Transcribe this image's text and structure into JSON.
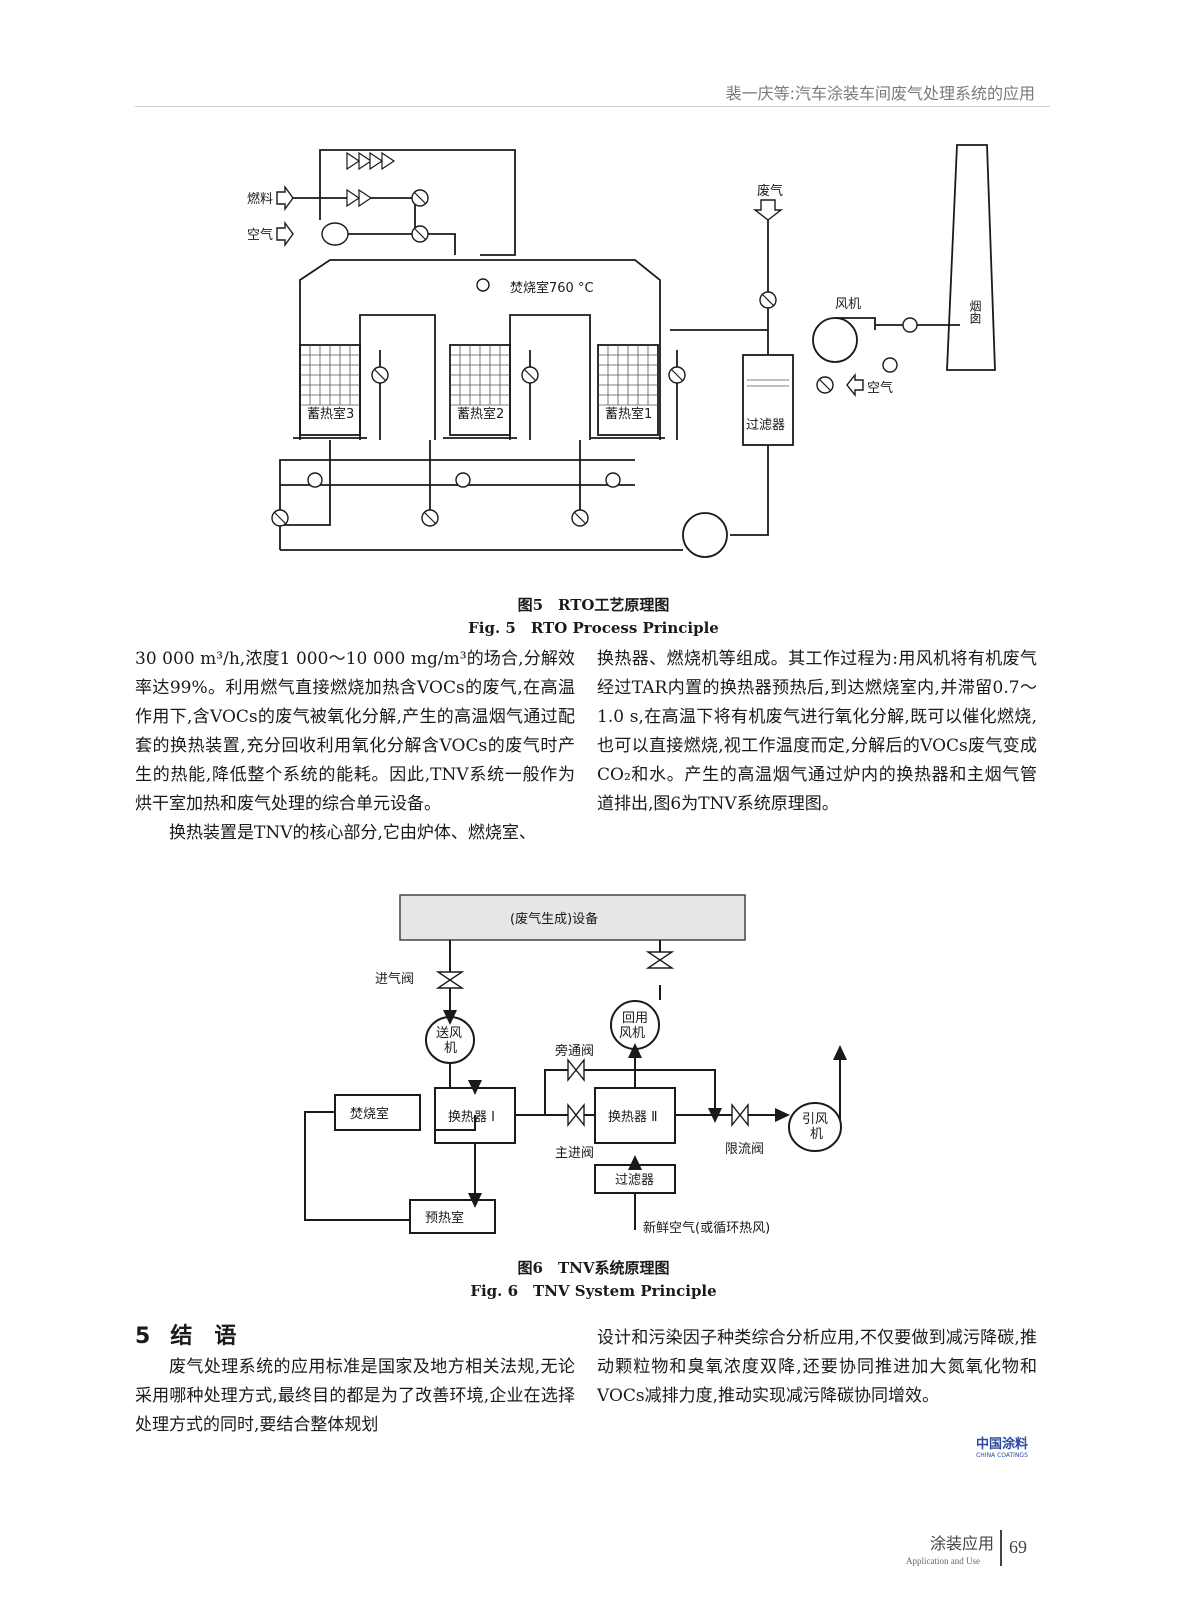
{
  "header": {
    "running_title": "裴一庆等:汽车涂装车间废气处理系统的应用"
  },
  "fig5": {
    "labels": {
      "fuel": "燃料",
      "air_in": "空气",
      "combustion": "焚烧室760 °C",
      "waste_gas": "废气",
      "fan": "风机",
      "chimney": "烟囱",
      "air_fan": "空气",
      "chamber3": "蓄热室3",
      "chamber2": "蓄热室2",
      "chamber1": "蓄热室1",
      "filter": "过滤器"
    },
    "caption_cn": "图5　RTO工艺原理图",
    "caption_en": "Fig. 5　RTO Process Principle"
  },
  "body": {
    "left_p1": "30 000 m³/h,浓度1 000～10 000 mg/m³的场合,分解效率达99%。利用燃气直接燃烧加热含VOCs的废气,在高温作用下,含VOCs的废气被氧化分解,产生的高温烟气通过配套的换热装置,充分回收利用氧化分解含VOCs的废气时产生的热能,降低整个系统的能耗。因此,TNV系统一般作为烘干室加热和废气处理的综合单元设备。",
    "left_p2": "换热装置是TNV的核心部分,它由炉体、燃烧室、",
    "right_p1": "换热器、燃烧机等组成。其工作过程为:用风机将有机废气经过TAR内置的换热器预热后,到达燃烧室内,并滞留0.7～1.0 s,在高温下将有机废气进行氧化分解,既可以催化燃烧,也可以直接燃烧,视工作温度而定,分解后的VOCs废气变成CO₂和水。产生的高温烟气通过炉内的换热器和主烟气管道排出,图6为TNV系统原理图。"
  },
  "fig6": {
    "labels": {
      "source": "(废气生成)设备",
      "inlet_valve": "进气阀",
      "supply_fan_1": "送风",
      "supply_fan_2": "机",
      "return_fan_1": "回用",
      "return_fan_2": "风机",
      "bypass_valve": "旁通阀",
      "incinerator": "焚烧室",
      "hx1": "换热器 Ⅰ",
      "hx2": "换热器 Ⅱ",
      "exhaust_fan_1": "引风",
      "exhaust_fan_2": "机",
      "main_valve": "主进阀",
      "limit_valve": "限流阀",
      "filter": "过滤器",
      "preheat": "预热室",
      "fresh_air": "新鲜空气(或循环热风)"
    },
    "caption_cn": "图6　TNV系统原理图",
    "caption_en": "Fig. 6　TNV System Principle"
  },
  "section5": {
    "number": "5",
    "title": "结语",
    "left_p": "废气处理系统的应用标准是国家及地方相关法规,无论采用哪种处理方式,最终目的都是为了改善环境,企业在选择处理方式的同时,要结合整体规划",
    "right_p": "设计和污染因子种类综合分析应用,不仅要做到减污降碳,推动颗粒物和臭氧浓度双降,还要协同推进加大氮氧化物和VOCs减排力度,推动实现减污降碳协同增效。"
  },
  "logo": {
    "cn": "中国涂料",
    "en": "CHINA COATINGS"
  },
  "footer": {
    "section_cn": "涂装应用",
    "section_en": "Application and Use",
    "page": "69"
  }
}
